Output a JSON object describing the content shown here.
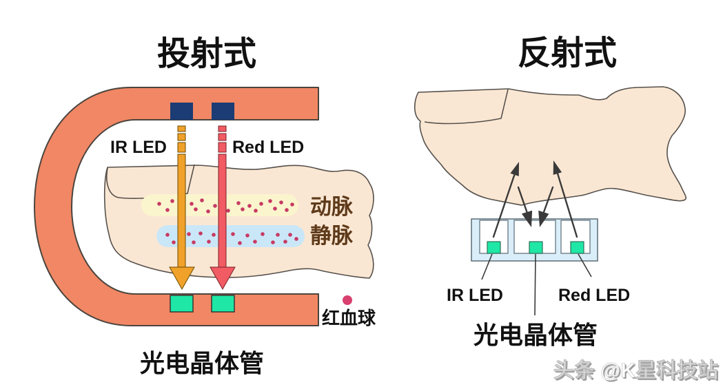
{
  "titles": {
    "left": "投射式",
    "right": "反射式"
  },
  "left_panel": {
    "ir_led_label": "IR LED",
    "red_led_label": "Red LED",
    "artery_label": "动脉",
    "vein_label": "静脉",
    "red_blood_cell_label": "红血球",
    "phototransistor_label": "光电晶体管",
    "artery_dots": [
      [
        231,
        296
      ],
      [
        243,
        305
      ],
      [
        250,
        292
      ],
      [
        261,
        300
      ],
      [
        278,
        296
      ],
      [
        284,
        304
      ],
      [
        293,
        291
      ],
      [
        302,
        307
      ],
      [
        312,
        299
      ],
      [
        322,
        293
      ],
      [
        331,
        306
      ],
      [
        346,
        295
      ],
      [
        352,
        304
      ],
      [
        362,
        299
      ],
      [
        371,
        306
      ],
      [
        379,
        296
      ],
      [
        392,
        292
      ],
      [
        399,
        303
      ],
      [
        408,
        294
      ],
      [
        416,
        305
      ],
      [
        424,
        297
      ]
    ],
    "vein_dots": [
      [
        243,
        341
      ],
      [
        252,
        352
      ],
      [
        262,
        344
      ],
      [
        274,
        340
      ],
      [
        281,
        352
      ],
      [
        291,
        339
      ],
      [
        303,
        351
      ],
      [
        310,
        341
      ],
      [
        323,
        347
      ],
      [
        338,
        340
      ],
      [
        348,
        353
      ],
      [
        359,
        342
      ],
      [
        370,
        351
      ],
      [
        381,
        340
      ],
      [
        396,
        352
      ],
      [
        403,
        341
      ],
      [
        414,
        351
      ],
      [
        421,
        341
      ],
      [
        430,
        347
      ]
    ]
  },
  "right_panel": {
    "ir_led_label": "IR LED",
    "red_led_label": "Red LED",
    "phototransistor_label": "光电晶体管"
  },
  "watermark": "头条 @K星科技站",
  "colors": {
    "clamp": "#F18764",
    "led_navy": "#1B3C74",
    "ir_beam": "#F0A129",
    "red_beam": "#F15B63",
    "photodetector": "#1FE7A6",
    "skin": "#FAE7D3",
    "outline": "#4A443E",
    "artery_band": "#FAF5CD",
    "vein_band": "#CAE7F8",
    "blood_dot": "#C73A63",
    "rbc_dot": "#D84070",
    "module": "#D9EEF8",
    "module_border": "#5B6B76",
    "label_brown": "#5E3A1A",
    "arrow": "#3A3A3A"
  }
}
